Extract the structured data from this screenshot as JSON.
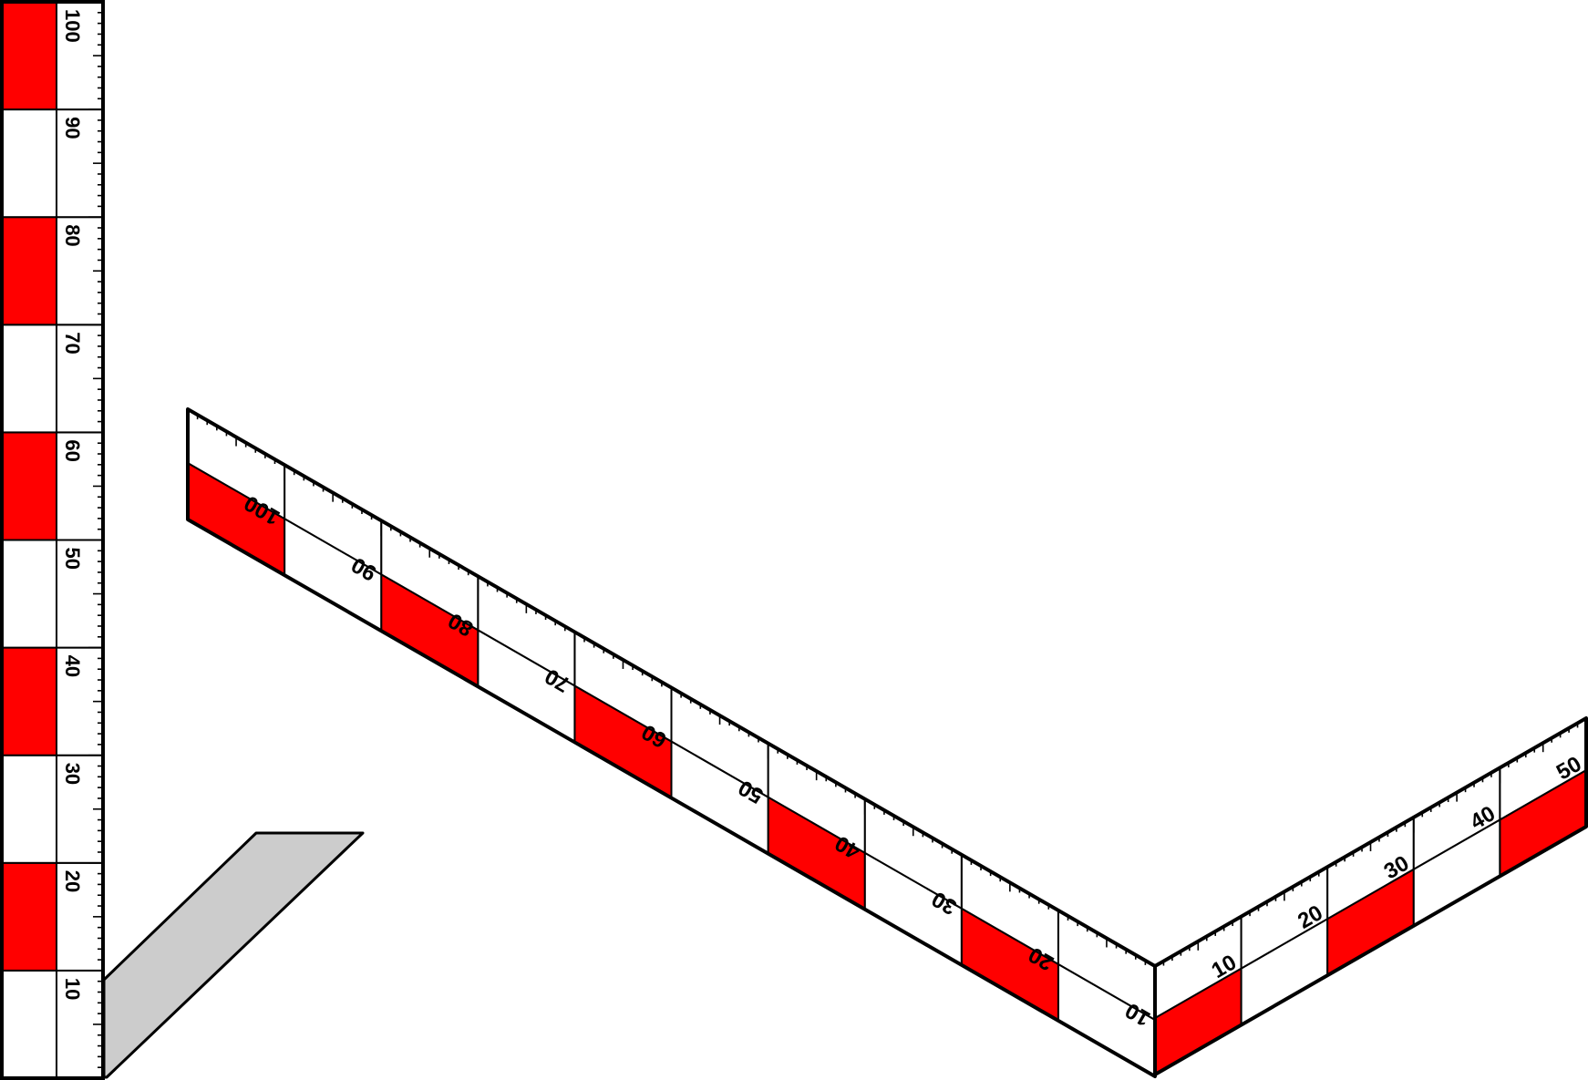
{
  "colors": {
    "band": "#ff0000",
    "paper": "#ffffff",
    "ink": "#000000",
    "flap": "#cccccc"
  },
  "vertical_scale": {
    "labels": [
      "10",
      "20",
      "30",
      "40",
      "50",
      "60",
      "70",
      "80",
      "90",
      "100"
    ],
    "band_pattern": [
      "white",
      "red",
      "white",
      "red",
      "white",
      "red",
      "white",
      "red",
      "white",
      "red"
    ]
  },
  "left_scale": {
    "labels": [
      "10",
      "20",
      "30",
      "40",
      "50",
      "60",
      "70",
      "80",
      "90",
      "100"
    ],
    "band_pattern": [
      "white",
      "red",
      "white",
      "red",
      "white",
      "red",
      "white",
      "red",
      "white",
      "red"
    ]
  },
  "right_scale": {
    "labels": [
      "10",
      "20",
      "30",
      "40",
      "50"
    ],
    "band_pattern": [
      "red",
      "white",
      "red",
      "white",
      "red"
    ]
  }
}
